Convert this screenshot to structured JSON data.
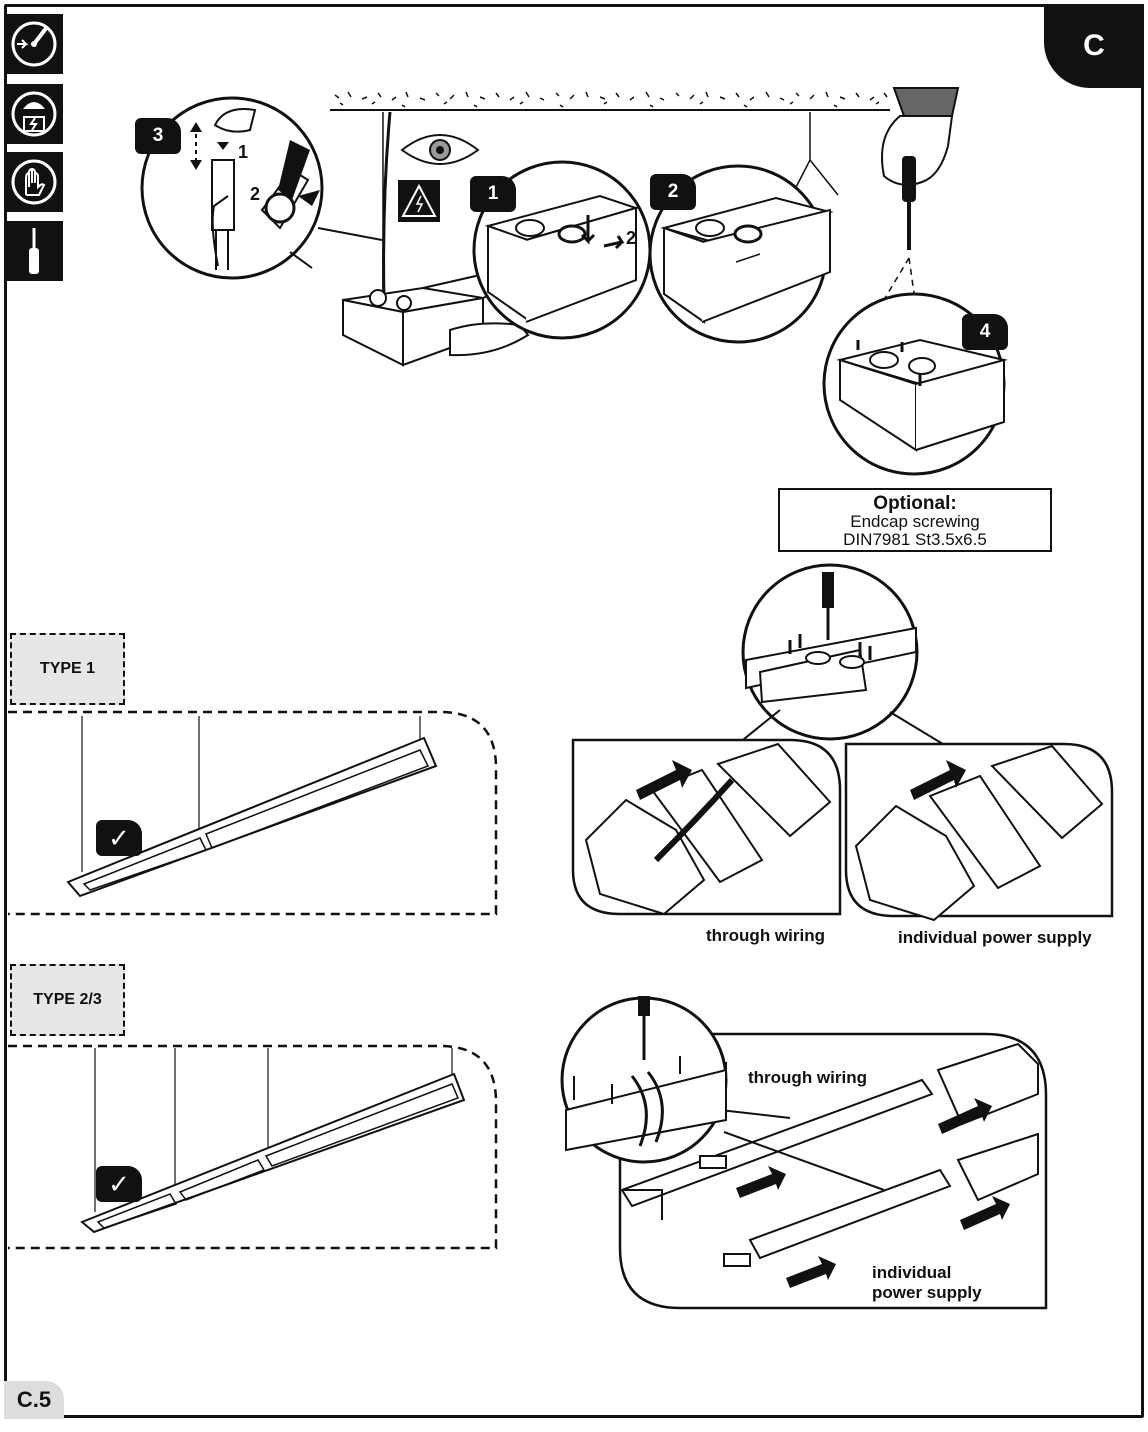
{
  "section_tab": "C",
  "page_number": "C.5",
  "side_icons": [
    "disconnect-power-icon",
    "electrician-icon",
    "gloves-icon",
    "screwdriver-icon"
  ],
  "top_steps": {
    "step3": "3",
    "step1": "1",
    "step2": "2",
    "step4": "4",
    "sub1": "1",
    "sub2": "2"
  },
  "optional": {
    "title": "Optional:",
    "line1": "Endcap screwing",
    "line2": "DIN7981 St3.5x6.5"
  },
  "types": {
    "type1": "TYPE 1",
    "type23": "TYPE 2/3",
    "check": "✓"
  },
  "wiring": {
    "through_wiring": "through wiring",
    "individual_power_supply": "individual power supply",
    "through_wiring_2": "through wiring",
    "individual_2_line1": "individual",
    "individual_2_line2": "power supply"
  }
}
